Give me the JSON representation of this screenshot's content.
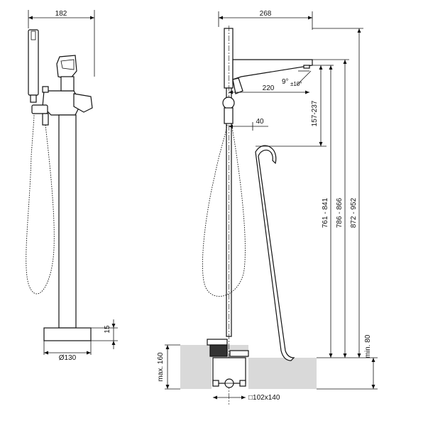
{
  "dimensions": {
    "front_width": "182",
    "base_diameter": "Ø130",
    "base_height": "15",
    "total_depth": "268",
    "spout_angle": "9°",
    "angle_tolerance": "±10°",
    "spout_reach": "220",
    "bracket_offset": "40",
    "spout_height_range": "157-237",
    "height_761": "761 - 841",
    "height_786": "786 - 866",
    "height_872": "872 - 952",
    "min_depth": "min. 80",
    "max_depth": "max. 160",
    "box_size": "□102x140"
  },
  "colors": {
    "line": "#111111",
    "ground": "#d9d9d9"
  }
}
